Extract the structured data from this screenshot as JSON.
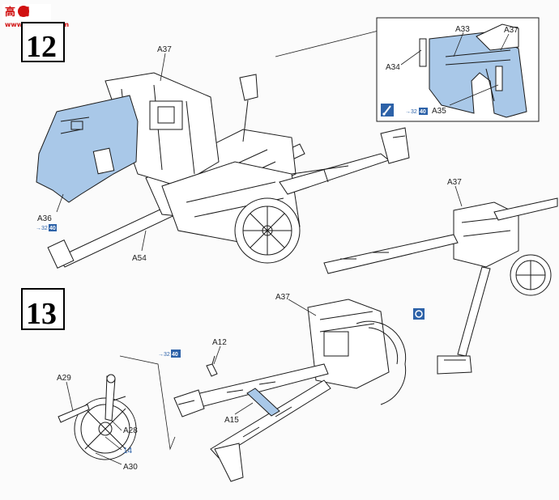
{
  "watermark": {
    "logo_text": "高 网",
    "url": "www.hasobb.com"
  },
  "steps": [
    {
      "number": "12"
    },
    {
      "number": "13"
    }
  ],
  "step12": {
    "labels": {
      "a37": "A37",
      "a36": "A36",
      "a54": "A54",
      "a36_ref_prefix": "→",
      "a36_ref_a": "32",
      "a36_ref_b": "40"
    },
    "inset": {
      "labels": {
        "a33": "A33",
        "a37": "A37",
        "a34": "A34",
        "a35": "A35",
        "ref_prefix": "→",
        "ref_a": "32",
        "ref_b": "40"
      },
      "icon": "glue-brush-icon"
    },
    "side_view": {
      "a37": "A37"
    }
  },
  "step13": {
    "labels": {
      "a37": "A37",
      "a12": "A12",
      "a15": "A15",
      "a29": "A29",
      "a28": "A28",
      "a30": "A30",
      "part14": "14",
      "ref_prefix": "→",
      "ref_a": "32",
      "ref_b": "40"
    },
    "icon": "attention-symbol-icon"
  },
  "colors": {
    "part_highlight": "#a9c8e8",
    "callout_blue": "#2d62a8",
    "line": "#1a1a1a"
  }
}
